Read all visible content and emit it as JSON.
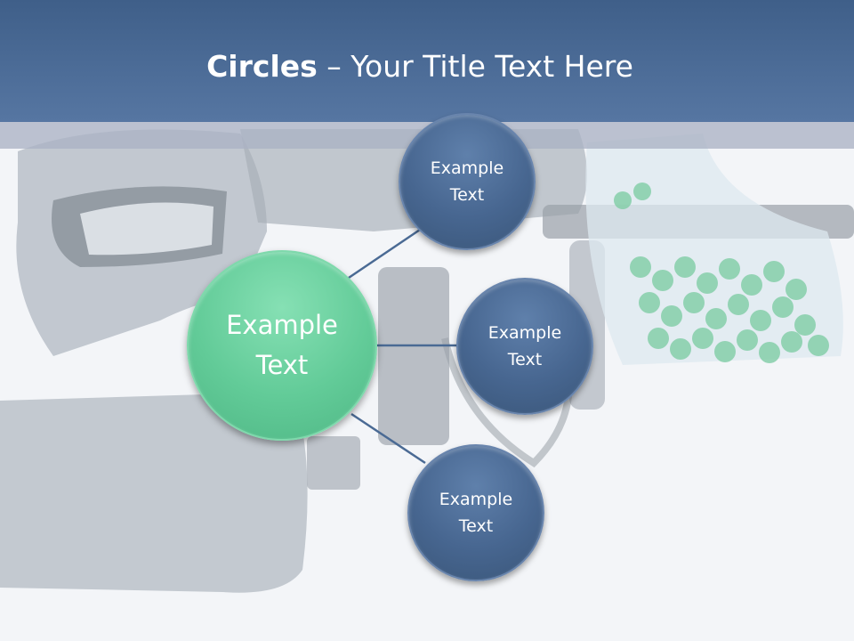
{
  "slide": {
    "title_bold": "Circles",
    "title_rest": " – Your Title Text Here"
  },
  "circles": {
    "center": {
      "label": "Example\nText",
      "color": "#66CC99"
    },
    "top": {
      "label": "Example\nText",
      "color": "#4A6A94"
    },
    "middle": {
      "label": "Example\nText",
      "color": "#4A6A94"
    },
    "bottom": {
      "label": "Example\nText",
      "color": "#4A6A94"
    }
  },
  "colors": {
    "header": "#4A6A94",
    "connector": "#4A6A94"
  }
}
